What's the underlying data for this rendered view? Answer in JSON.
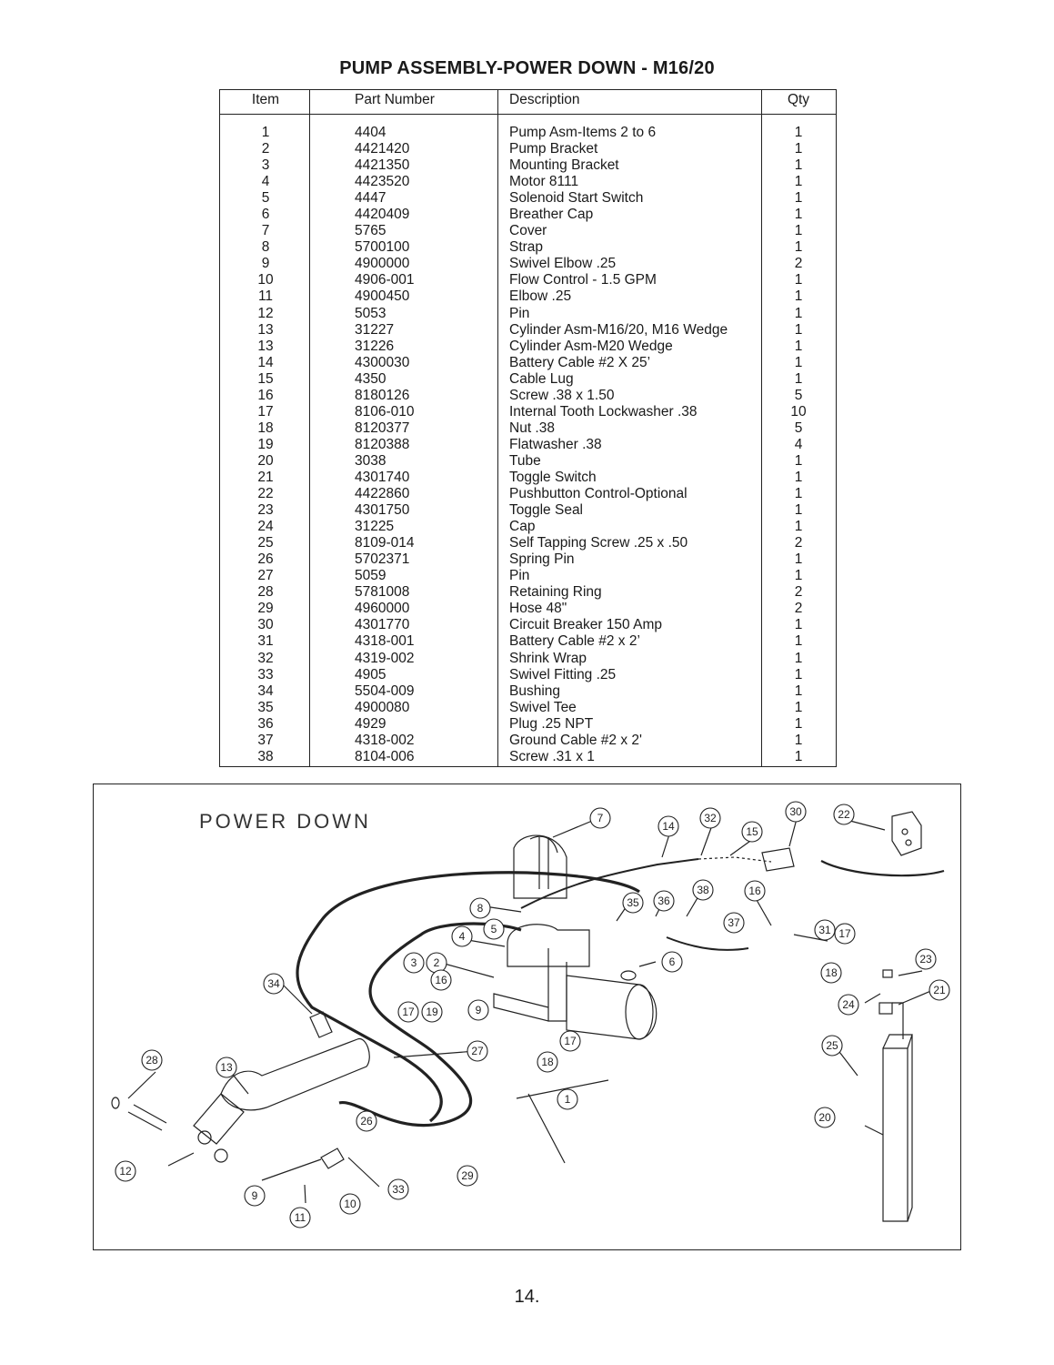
{
  "title": "PUMP ASSEMBLY-POWER DOWN - M16/20",
  "table": {
    "headers": {
      "item": "Item",
      "part": "Part Number",
      "desc": "Description",
      "qty": "Qty"
    },
    "rows": [
      {
        "item": "1",
        "part": "4404",
        "desc": "Pump Asm-Items 2 to 6",
        "qty": "1"
      },
      {
        "item": "2",
        "part": "4421420",
        "desc": "Pump Bracket",
        "qty": "1"
      },
      {
        "item": "3",
        "part": "4421350",
        "desc": "Mounting Bracket",
        "qty": "1"
      },
      {
        "item": "4",
        "part": "4423520",
        "desc": "Motor 8111",
        "qty": "1"
      },
      {
        "item": "5",
        "part": "4447",
        "desc": "Solenoid Start Switch",
        "qty": "1"
      },
      {
        "item": "6",
        "part": "4420409",
        "desc": "Breather Cap",
        "qty": "1"
      },
      {
        "item": "7",
        "part": "5765",
        "desc": "Cover",
        "qty": "1"
      },
      {
        "item": "8",
        "part": "5700100",
        "desc": "Strap",
        "qty": "1"
      },
      {
        "item": "9",
        "part": "4900000",
        "desc": "Swivel Elbow .25",
        "qty": "2"
      },
      {
        "item": "10",
        "part": "4906-001",
        "desc": "Flow Control - 1.5 GPM",
        "qty": "1"
      },
      {
        "item": "11",
        "part": "4900450",
        "desc": "Elbow .25",
        "qty": "1"
      },
      {
        "item": "12",
        "part": "5053",
        "desc": "Pin",
        "qty": "1"
      },
      {
        "item": "13",
        "part": "31227",
        "desc": "Cylinder Asm-M16/20, M16 Wedge",
        "qty": "1"
      },
      {
        "item": "13",
        "part": "31226",
        "desc": "Cylinder Asm-M20 Wedge",
        "qty": "1"
      },
      {
        "item": "14",
        "part": "4300030",
        "desc": "Battery Cable #2 X 25’",
        "qty": "1"
      },
      {
        "item": "15",
        "part": "4350",
        "desc": "Cable Lug",
        "qty": "1"
      },
      {
        "item": "16",
        "part": "8180126",
        "desc": "Screw .38 x 1.50",
        "qty": "5"
      },
      {
        "item": "17",
        "part": "8106-010",
        "desc": "Internal Tooth Lockwasher .38",
        "qty": "10"
      },
      {
        "item": "18",
        "part": "8120377",
        "desc": "Nut .38",
        "qty": "5"
      },
      {
        "item": "19",
        "part": "8120388",
        "desc": "Flatwasher .38",
        "qty": "4"
      },
      {
        "item": "20",
        "part": "3038",
        "desc": "Tube",
        "qty": "1"
      },
      {
        "item": "21",
        "part": "4301740",
        "desc": "Toggle Switch",
        "qty": "1"
      },
      {
        "item": "22",
        "part": "4422860",
        "desc": "Pushbutton Control-Optional",
        "qty": "1"
      },
      {
        "item": "23",
        "part": "4301750",
        "desc": "Toggle Seal",
        "qty": "1"
      },
      {
        "item": "24",
        "part": "31225",
        "desc": "Cap",
        "qty": "1"
      },
      {
        "item": "25",
        "part": "8109-014",
        "desc": "Self Tapping Screw .25 x .50",
        "qty": "2"
      },
      {
        "item": "26",
        "part": "5702371",
        "desc": "Spring Pin",
        "qty": "1"
      },
      {
        "item": "27",
        "part": "5059",
        "desc": "Pin",
        "qty": "1"
      },
      {
        "item": "28",
        "part": "5781008",
        "desc": "Retaining Ring",
        "qty": "2"
      },
      {
        "item": "29",
        "part": "4960000",
        "desc": "Hose 48\"",
        "qty": "2"
      },
      {
        "item": "30",
        "part": "4301770",
        "desc": "Circuit Breaker 150 Amp",
        "qty": "1"
      },
      {
        "item": "31",
        "part": "4318-001",
        "desc": "Battery Cable #2 x 2’",
        "qty": "1"
      },
      {
        "item": "32",
        "part": "4319-002",
        "desc": "Shrink Wrap",
        "qty": "1"
      },
      {
        "item": "33",
        "part": "4905",
        "desc": "Swivel Fitting .25",
        "qty": "1"
      },
      {
        "item": "34",
        "part": "5504-009",
        "desc": "Bushing",
        "qty": "1"
      },
      {
        "item": "35",
        "part": "4900080",
        "desc": "Swivel Tee",
        "qty": "1"
      },
      {
        "item": "36",
        "part": "4929",
        "desc": "Plug .25 NPT",
        "qty": "1"
      },
      {
        "item": "37",
        "part": "4318-002",
        "desc": "Ground Cable #2 x 2'",
        "qty": "1"
      },
      {
        "item": "38",
        "part": "8104-006",
        "desc": "Screw .31 x 1",
        "qty": "1"
      }
    ]
  },
  "diagram": {
    "label": "POWER DOWN",
    "callouts": [
      "7",
      "14",
      "32",
      "15",
      "30",
      "22",
      "8",
      "35",
      "36",
      "38",
      "16",
      "31",
      "4",
      "5",
      "37",
      "17",
      "3",
      "2",
      "6",
      "23",
      "34",
      "16",
      "18",
      "21",
      "17",
      "19",
      "9",
      "24",
      "17",
      "27",
      "18",
      "25",
      "28",
      "13",
      "1",
      "26",
      "20",
      "12",
      "9",
      "33",
      "29",
      "10",
      "11"
    ]
  },
  "page_number": "14."
}
